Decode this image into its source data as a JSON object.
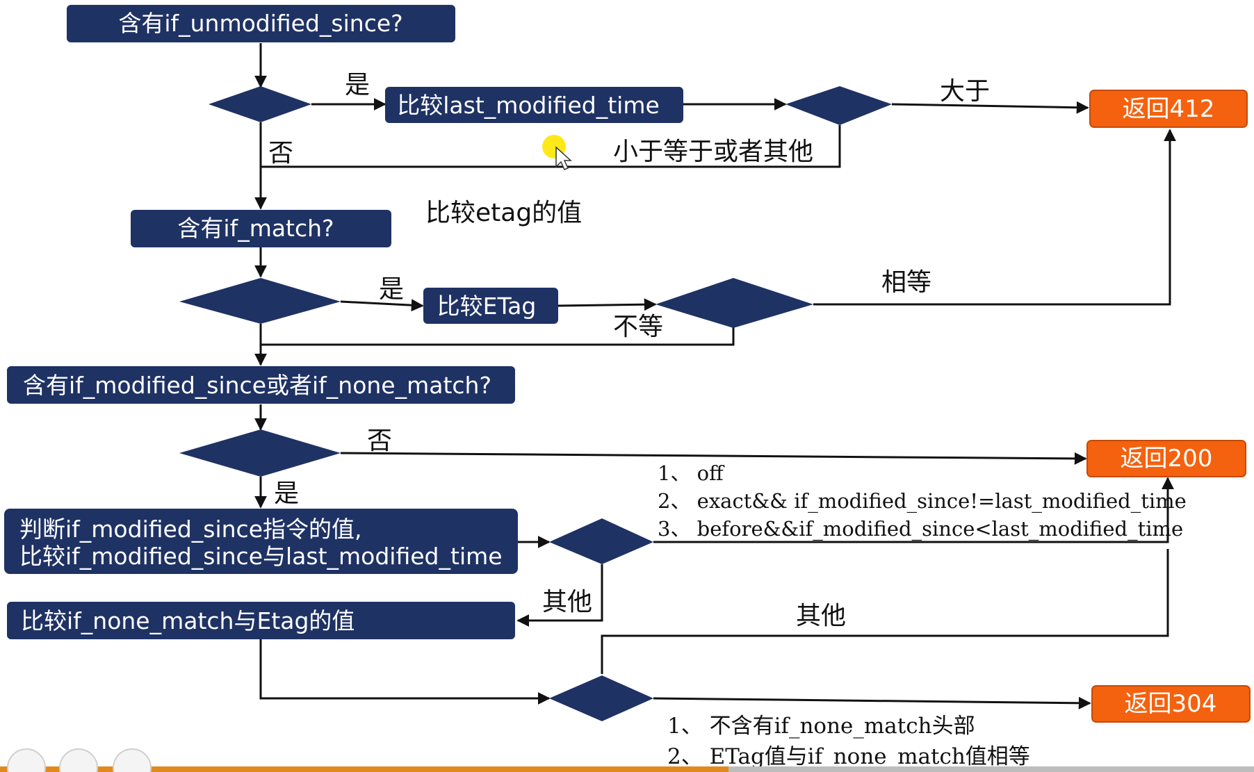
{
  "nodes": {
    "if_unmodified_since": "含有if_unmodified_since?",
    "compare_last_modified": "比较last_modified_time",
    "if_match": "含有if_match?",
    "compare_etag": "比较ETag",
    "modified_or_none_match": "含有if_modified_since或者if_none_match?",
    "judge_line1": "判断if_modified_since指令的值,",
    "judge_line2": "比较if_modified_since与last_modified_time",
    "compare_none_match": "比较if_none_match与Etag的值"
  },
  "returns": {
    "r412": "返回412",
    "r200": "返回200",
    "r304": "返回304"
  },
  "labels": {
    "yes1": "是",
    "no1": "否",
    "greater": "大于",
    "less_equal_other": "小于等于或者其他",
    "compare_etag_value": "比较etag的值",
    "yes2": "是",
    "equal": "相等",
    "not_equal": "不等",
    "no2": "否",
    "yes3": "是",
    "other1": "其他",
    "other2": "其他"
  },
  "conditions_200": [
    "1、 off",
    "2、 exact&& if_modified_since!=last_modified_time",
    "3、 before&&if_modified_since<last_modified_time"
  ],
  "conditions_304": [
    "1、 不含有if_none_match头部",
    "2、 ETag值与if_none_match值相等"
  ],
  "colors": {
    "box": "#1f3264",
    "return_box": "#f4620f",
    "line": "#111111",
    "cursor_highlight": "#ffe600"
  }
}
